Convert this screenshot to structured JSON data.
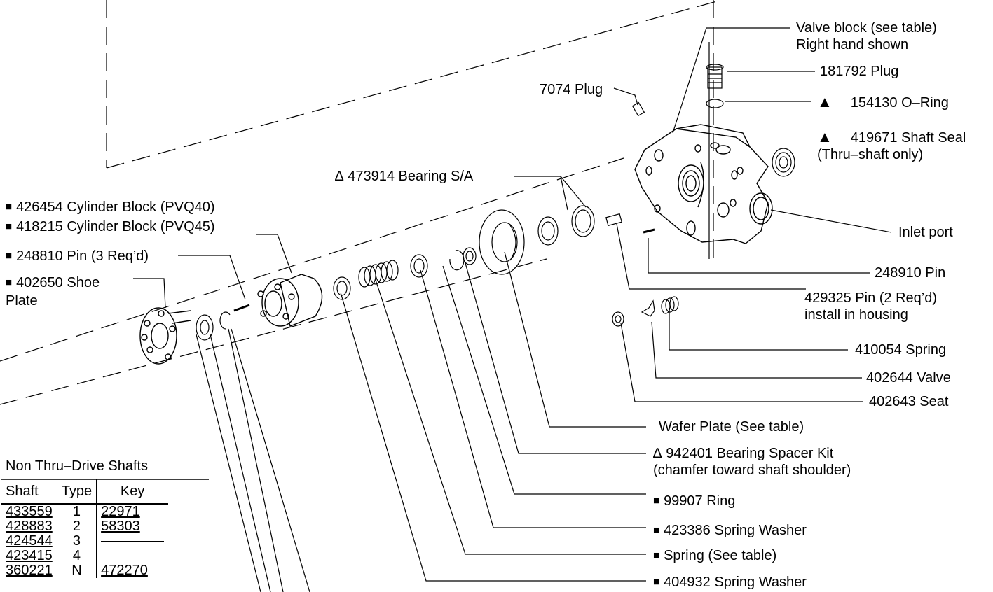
{
  "labels": {
    "valve_block_line1": "Valve block (see table)",
    "valve_block_line2": "Right hand shown",
    "plug_181792": "181792 Plug",
    "plug_7074": "7074 Plug",
    "oring": "154130 O–Ring",
    "shaft_seal_line1": "419671 Shaft Seal",
    "shaft_seal_line2": "(Thru–shaft only)",
    "bearing_sa": "473914 Bearing S/A",
    "cyl_block_40": "426454 Cylinder Block (PVQ40)",
    "cyl_block_45": "418215 Cylinder Block (PVQ45)",
    "pin_248810": "248810 Pin (3 Req’d)",
    "shoe_plate_line1": "402650 Shoe",
    "shoe_plate_line2": "Plate",
    "inlet_port": "Inlet port",
    "pin_248910": "248910 Pin",
    "pin_429325_line1": "429325 Pin (2 Req’d)",
    "pin_429325_line2": "install in housing",
    "spring_410054": "410054 Spring",
    "valve_402644": "402644 Valve",
    "seat_402643": "402643 Seat",
    "wafer_plate": "Wafer Plate (See table)",
    "spacer_kit_line1": "942401 Bearing Spacer Kit",
    "spacer_kit_line2": "(chamfer toward shaft shoulder)",
    "ring_99907": "99907 Ring",
    "spring_washer_423386": "423386 Spring Washer",
    "spring_see_table": "Spring (See table)",
    "spring_washer_404932": "404932 Spring Washer"
  },
  "symbols": {
    "triangle": "▲",
    "delta": "∆"
  },
  "shaft_table": {
    "caption": "Non Thru–Drive Shafts",
    "headers": [
      "Shaft",
      "Type",
      "Key"
    ],
    "rows": [
      {
        "shaft": "433559",
        "type": "1",
        "key": "22971"
      },
      {
        "shaft": "428883",
        "type": "2",
        "key": "58303"
      },
      {
        "shaft": "424544",
        "type": "3",
        "key": ""
      },
      {
        "shaft": "423415",
        "type": "4",
        "key": ""
      },
      {
        "shaft": "360221",
        "type": "N",
        "key": "472270"
      }
    ]
  }
}
